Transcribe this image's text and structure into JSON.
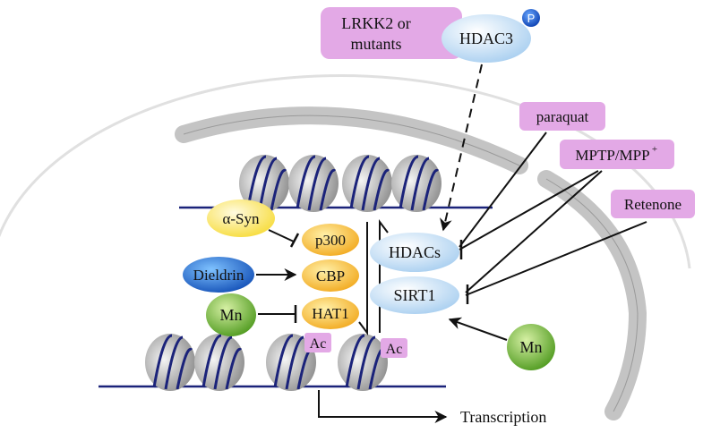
{
  "top": {
    "lrrk2_label_line1": "LRKK2 or",
    "lrrk2_label_line2": "mutants",
    "hdac3_label": "HDAC3",
    "phospho_label": "P"
  },
  "toxins": {
    "paraquat": "paraquat",
    "mptp": "MPTP/MPP",
    "mptp_sup": "+",
    "retenone": "Retenone"
  },
  "left_regulators": {
    "alpha_syn": "α-Syn",
    "dieldrin": "Dieldrin",
    "mn": "Mn"
  },
  "hats": {
    "p300": "p300",
    "cbp": "CBP",
    "hat1": "HAT1"
  },
  "deacetylases": {
    "hdacs": "HDACs",
    "sirt1": "SIRT1"
  },
  "right_regulator": {
    "mn": "Mn"
  },
  "acetyl_tags": [
    "Ac",
    "Ac"
  ],
  "transcription_label": "Transcription",
  "colors": {
    "purple_box": "#e3a9e6",
    "blue_oval": "#bfdcf4",
    "orange_oval": "#f7c24a",
    "green_oval": "#6ab22f",
    "yellow_oval": "#fbe86a",
    "dieldrin_blue": "#1f6fd0",
    "dna_navy": "#1b237a",
    "nucleus_gray": "#c8c8c8"
  }
}
